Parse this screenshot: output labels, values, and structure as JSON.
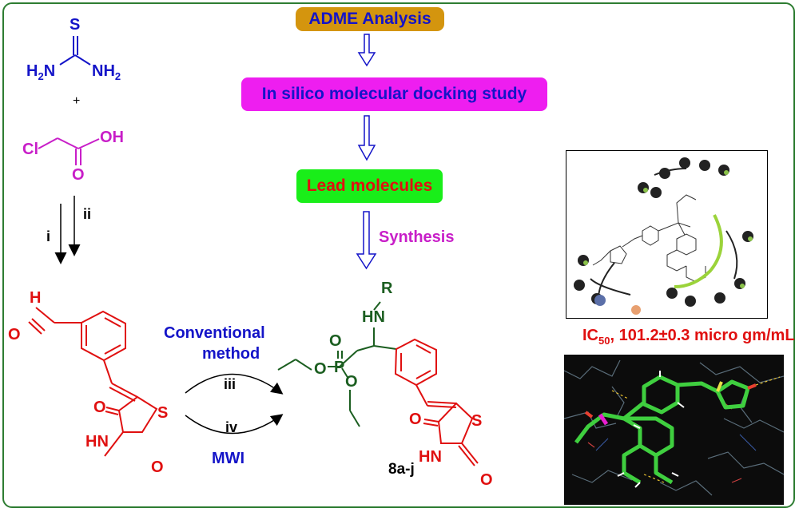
{
  "workflow": {
    "adme": "ADME Analysis",
    "docking": "In silico molecular docking study",
    "lead": "Lead molecules",
    "synthesis": "Synthesis"
  },
  "reagents": {
    "thiourea_s": "S",
    "thiourea_nh2_left": "H2N",
    "thiourea_nh2_right": "NH2",
    "plus": "+",
    "chloro_cl": "Cl",
    "chloro_oh": "OH",
    "chloro_o": "O",
    "step_i": "i",
    "step_ii": "ii",
    "aldehyde_h": "H",
    "aldehyde_o": "O"
  },
  "tzd": {
    "o_carbonyl": "O",
    "s_ring": "S",
    "hn": "HN",
    "o_bottom": "O"
  },
  "conditions": {
    "conventional_line1": "Conventional",
    "conventional_line2": "method",
    "step_iii": "iii",
    "step_iv": "iv",
    "mwi": "MWI"
  },
  "product": {
    "r": "R",
    "hn": "HN",
    "o_top": "O",
    "p": "P",
    "o_left": "O",
    "o_right": "O",
    "label": "8a-j"
  },
  "activity": {
    "ic50_prefix": "IC",
    "ic50_sub": "50",
    "ic50_value": ", 101.2±0.3 micro gm/mL"
  },
  "colors": {
    "frame": "#2e7d32",
    "adme_bg": "#d4950e",
    "docking_bg": "#ee1ef0",
    "lead_bg": "#19ee19",
    "blue_text": "#1414c8",
    "red_text": "#e01010",
    "magenta_text": "#c81ec8",
    "dark_green": "#1b5e20"
  }
}
